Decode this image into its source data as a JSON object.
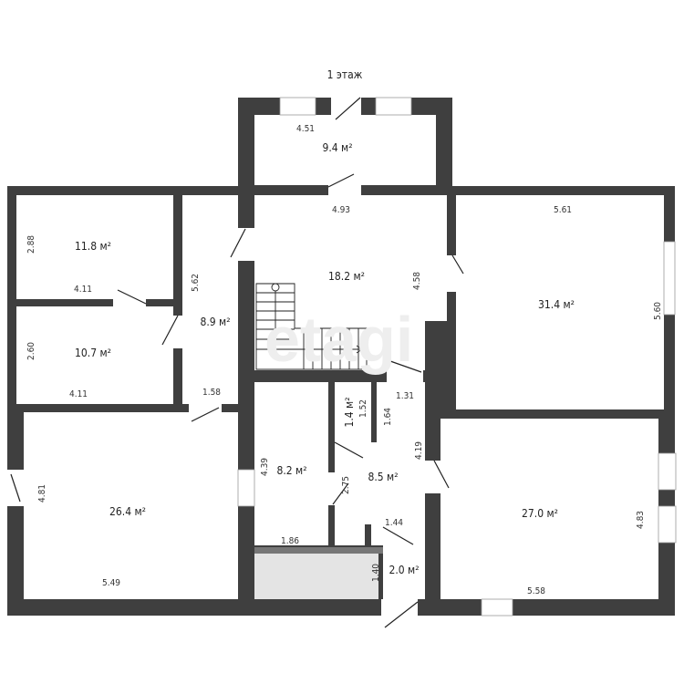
{
  "title": "1 этаж",
  "watermark": "etagi",
  "colors": {
    "wall": "#3f3f3f",
    "room": "#ffffff",
    "balcony": "#e4e4e4"
  },
  "rooms": {
    "vestibule": {
      "area": "9.4 м²",
      "width": "4.51"
    },
    "hall": {
      "area": "18.2 м²",
      "width": "4.93",
      "depth": "4.58"
    },
    "living": {
      "area": "31.4 м²",
      "width": "5.61",
      "depth": "5.60"
    },
    "bedroom1": {
      "area": "11.8 м²",
      "width": "4.11",
      "depth": "2.88"
    },
    "bedroom2": {
      "area": "10.7 м²",
      "width": "4.11",
      "depth": "2.60"
    },
    "corridor": {
      "area": "8.9 м²",
      "length": "5.62",
      "width": "1.58"
    },
    "room264": {
      "area": "26.4 м²",
      "width": "5.49",
      "depth": "4.81"
    },
    "room82": {
      "area": "8.2 м²",
      "depth": "4.39",
      "width": "1.86"
    },
    "closet": {
      "area": "1.4 м²",
      "depth": "1.52"
    },
    "room85": {
      "area": "8.5 м²",
      "d1": "1.64",
      "d2": "1.31",
      "d3": "4.19",
      "d4": "2.75",
      "d5": "1.44"
    },
    "entry": {
      "area": "2.0 м²",
      "depth": "1.40"
    },
    "room270": {
      "area": "27.0 м²",
      "width": "5.58",
      "depth": "4.83"
    }
  }
}
